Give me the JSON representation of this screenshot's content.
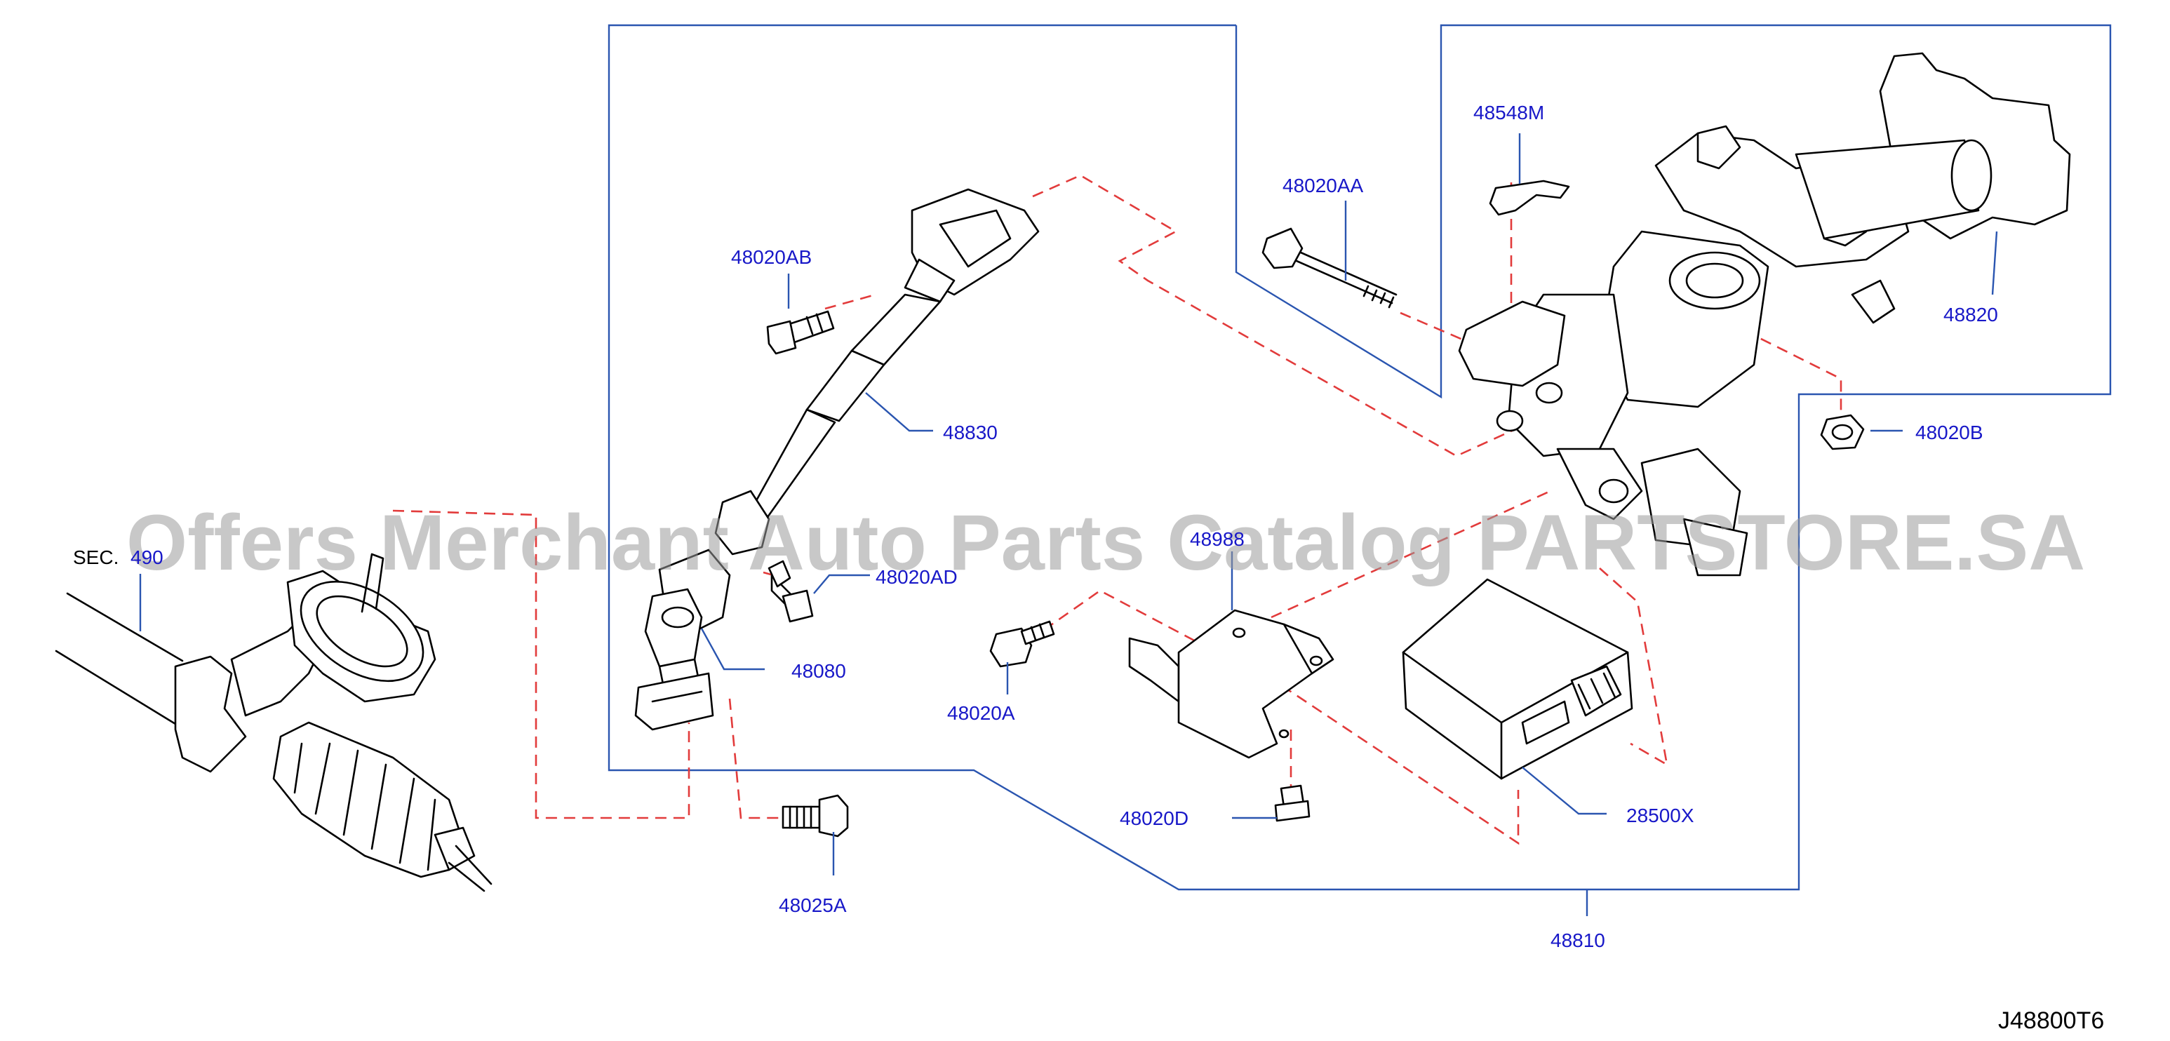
{
  "diagram": {
    "section_ref": {
      "prefix": "SEC.",
      "number": "490"
    },
    "part_labels": {
      "p48830": "48830",
      "p48020AB": "48020AB",
      "p48020AA": "48020AA",
      "p48548M": "48548M",
      "p48820": "48820",
      "p48020B": "48020B",
      "p48020AD": "48020AD",
      "p48080": "48080",
      "p48988": "48988",
      "p48020A": "48020A",
      "p48020D": "48020D",
      "p28500X": "28500X",
      "p48025A": "48025A",
      "p48810": "48810"
    },
    "diagram_code": "J48800T6",
    "watermark": "Offers Merchant Auto Parts Catalog PARTSTORE.SA"
  },
  "colors": {
    "frame_lines": "#2a55b0",
    "callout_text": "#1818c8",
    "dashed_guides": "#e23b3b",
    "line_art": "#000000",
    "watermark": "#9a9a9a"
  }
}
